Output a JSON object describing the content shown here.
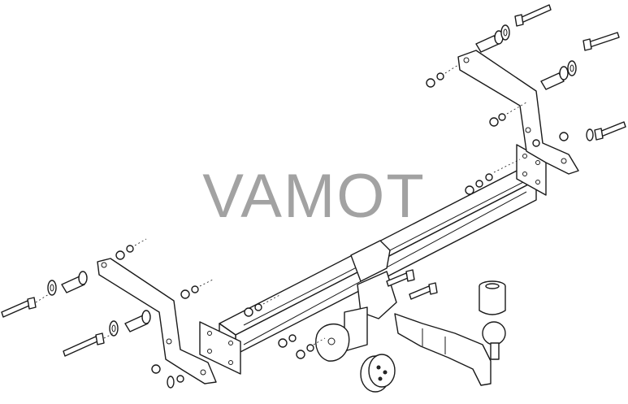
{
  "watermark": {
    "text": "VAMOT",
    "color": "#8e8e8e"
  },
  "drawing": {
    "line_color": "#1a1a1a",
    "background": "#ffffff",
    "parts": [
      "main-crossbar",
      "right-side-bracket",
      "left-side-bracket",
      "right-end-plate",
      "left-end-plate",
      "tow-ball-neck",
      "tow-ball",
      "tow-ball-cap",
      "socket-plate",
      "electrical-socket",
      "bolts",
      "nuts",
      "washers",
      "spacer-sleeves"
    ]
  }
}
